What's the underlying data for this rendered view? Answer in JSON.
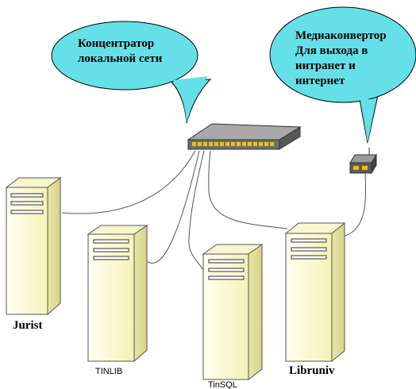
{
  "callouts": {
    "hub": {
      "line1": "Концентратор",
      "line2": "локальной сети"
    },
    "converter": {
      "line1": "Медиаконвертор",
      "line2": "Для выхода в",
      "line3": "интранет и",
      "line4": "интернет"
    }
  },
  "servers": {
    "jurist": "Jurist",
    "tinlib": "TINLIB",
    "tinsql": "TinSQL",
    "libruniv": "Libruniv"
  },
  "colors": {
    "callout_fill": "#66e0e8",
    "server_fill": "#ffffcc",
    "hub_fill": "#8c8c8c",
    "port_color": "#f2c200"
  }
}
